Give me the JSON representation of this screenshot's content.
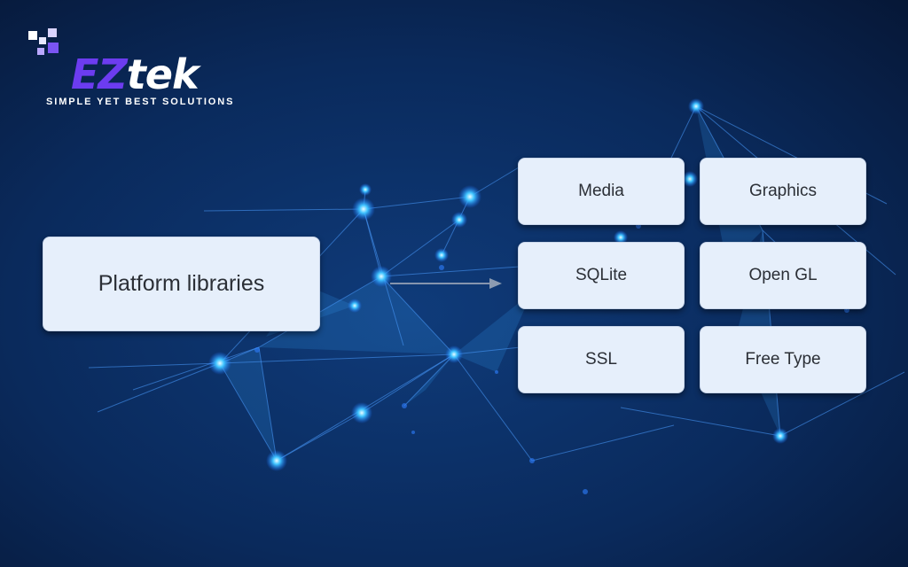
{
  "logo": {
    "word_ez": "EZ",
    "word_rest": "tek",
    "tagline": "SIMPLE YET BEST SOLUTIONS"
  },
  "diagram": {
    "source": "Platform libraries",
    "libraries": [
      "Media",
      "Graphics",
      "SQLite",
      "Open GL",
      "SSL",
      "Free Type"
    ]
  },
  "colors": {
    "background_dark": "#071a3d",
    "background_light": "#0e3a78",
    "box_fill": "#e6effb",
    "node_glow": "#2fb8ff",
    "logo_purple": "#6c3cf0"
  }
}
